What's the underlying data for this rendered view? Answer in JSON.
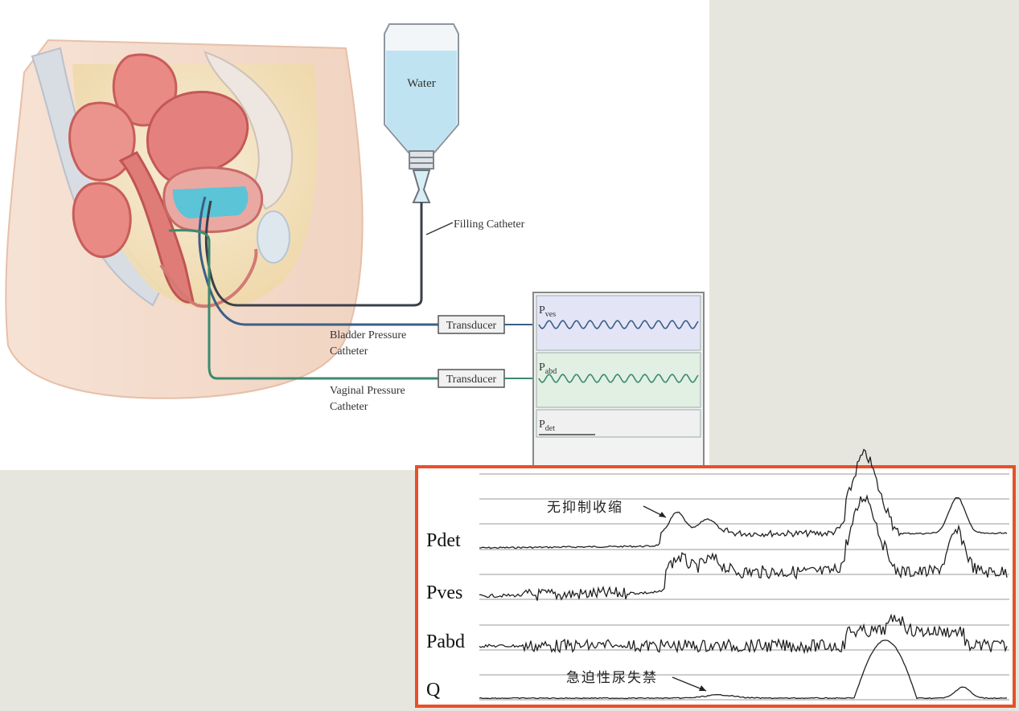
{
  "diagram": {
    "water_label": "Water",
    "filling_catheter_label": "Filling Catheter",
    "transducer_top_label": "Transducer",
    "transducer_bottom_label": "Transducer",
    "bladder_catheter_line1": "Bladder Pressure",
    "bladder_catheter_line2": "Catheter",
    "vaginal_catheter_line1": "Vaginal Pressure",
    "vaginal_catheter_line2": "Catheter",
    "monitor": {
      "pves_main": "P",
      "pves_sub": "ves",
      "pabd_main": "P",
      "pabd_sub": "abd",
      "pdet_main": "P",
      "pdet_sub": "det"
    }
  },
  "urodynamic_trace": {
    "labels": [
      "Pdet",
      "Pves",
      "Pabd",
      "Q"
    ],
    "annotation_contraction": "无抑制收缩",
    "annotation_incontinence": "急迫性尿失禁",
    "colors": {
      "frame": "#e8502a",
      "trace": "#222222",
      "grid": "#9a9a9a"
    }
  },
  "colors": {
    "water": "#bfe3f0",
    "bladder_fluid": "#5bc4d6",
    "bladder_catheter": "#3b5f86",
    "vaginal_catheter": "#3d8a6e",
    "filling_catheter": "#3a3f4a",
    "pves_band": "#e3e5f6",
    "pabd_band": "#e1f0e3"
  }
}
